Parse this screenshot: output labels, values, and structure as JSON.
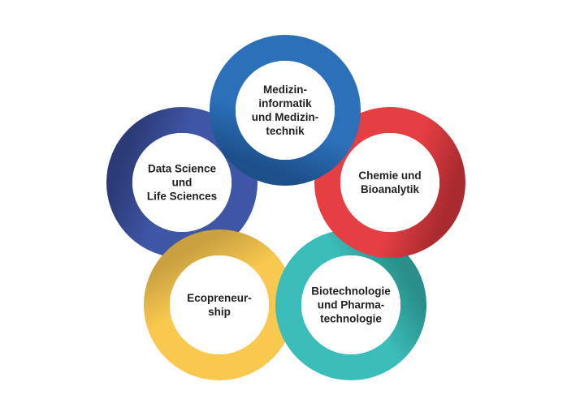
{
  "rings": [
    {
      "id": "data-science",
      "label": "Data Science\nund\nLife Sciences",
      "color": "#3f55a5",
      "dark": "#2c3b78"
    },
    {
      "id": "ecopreneurship",
      "label": "Ecopreneur-\nship",
      "color": "#f9c94f",
      "dark": "#c9a140"
    },
    {
      "id": "biotechnologie",
      "label": "Biotechnologie\nund Pharma-\ntechnologie",
      "color": "#3bbdb9",
      "dark": "#2a8f8a"
    },
    {
      "id": "chemie",
      "label": "Chemie und\nBioanalytik",
      "color": "#e63f43",
      "dark": "#a92a2f"
    },
    {
      "id": "medizin",
      "label": "Medizin-\ninformatik\nund Medizin-\ntechnik",
      "color": "#2b70b9",
      "dark": "#1d4f8a"
    }
  ]
}
